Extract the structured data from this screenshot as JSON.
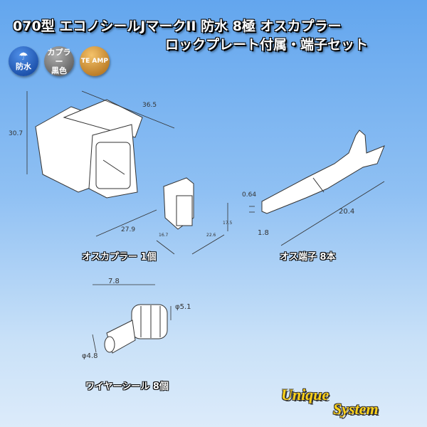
{
  "title": {
    "line1": "070型 エコノシールJマークII 防水 8極 オスカプラー",
    "line2": "ロックプレート付属・端子セット"
  },
  "badges": [
    {
      "icon": "umbrella-icon",
      "label": "防水",
      "color": "#1254b8"
    },
    {
      "label_line1": "カプラー",
      "label_line2": "黒色",
      "color": "#6a6a6a"
    },
    {
      "label": "TE AMP",
      "color": "#c8861e"
    }
  ],
  "coupler": {
    "dims": [
      "36.5",
      "30.7",
      "27.9"
    ],
    "caption": "オスカプラー 1個"
  },
  "lock_plate": {
    "dims": [
      "17.5",
      "16.7",
      "22.6"
    ]
  },
  "terminal": {
    "dims": [
      "0.64",
      "20.4",
      "1.8"
    ],
    "caption": "オス端子 8本"
  },
  "seal": {
    "dims": [
      "7.8",
      "φ5.1",
      "φ4.8"
    ],
    "caption": "ワイヤーシール 8個"
  },
  "logo": {
    "line1": "Unique",
    "line2": "System",
    "color": "#ffd21a"
  }
}
